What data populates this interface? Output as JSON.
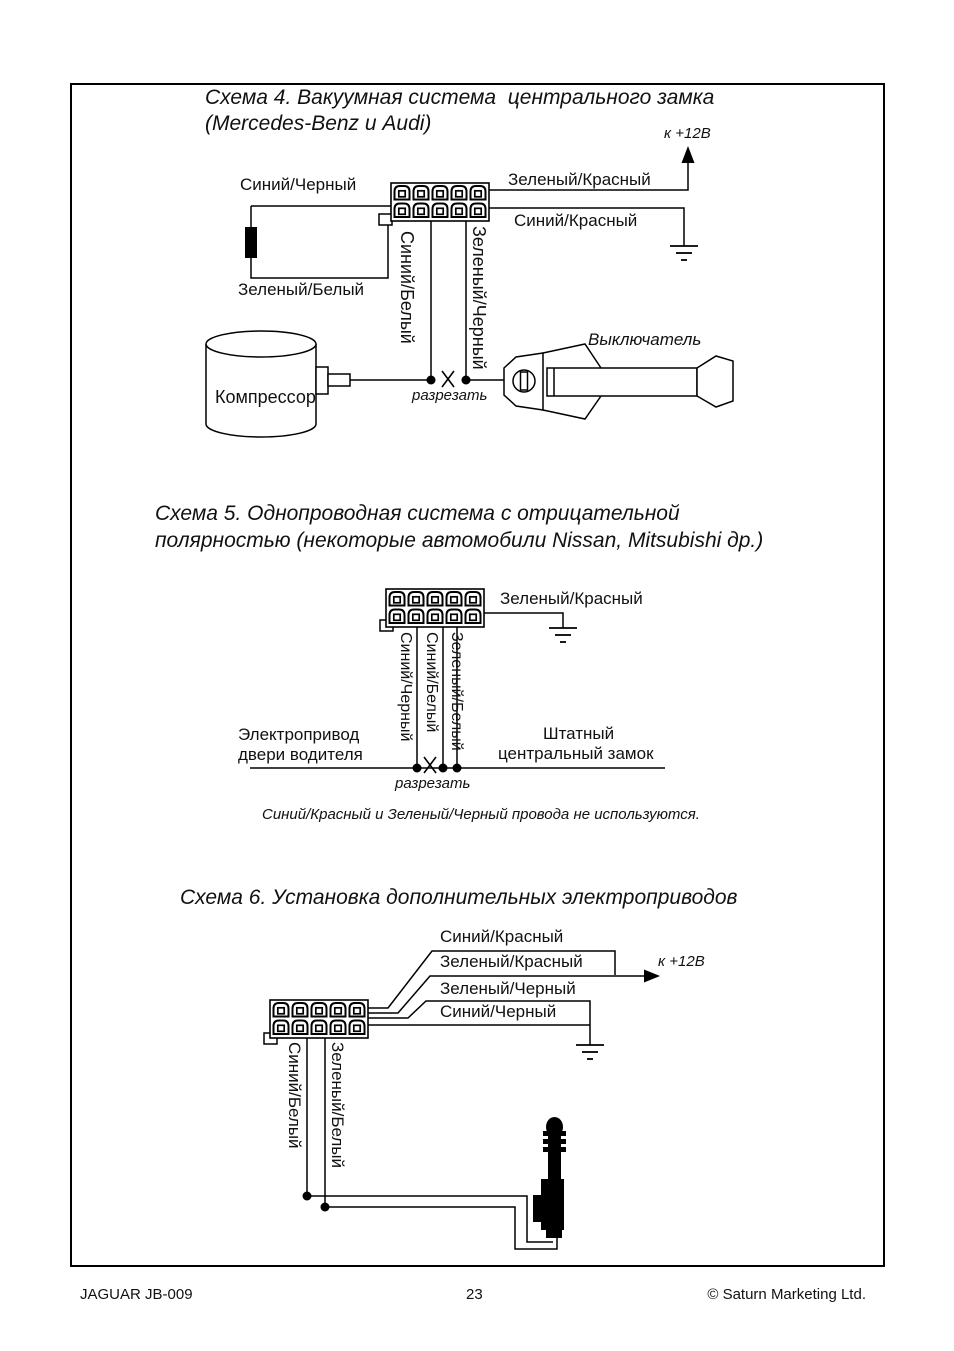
{
  "scheme4": {
    "title_line1": "Схема 4. Вакуумная система  центрального замка",
    "title_line2": "(Mercedes-Benz и Audi)",
    "power_label": "к +12В",
    "wire_blue_black": "Синий/Черный",
    "wire_green_red": "Зеленый/Красный",
    "wire_blue_red": "Синий/Красный",
    "wire_green_white": "Зеленый/Белый",
    "wire_blue_white": "Синий/Белый",
    "wire_green_black": "Зеленый/Черный",
    "cut_label": "разрезать",
    "compressor_label": "Компрессор",
    "switch_label": "Выключатель"
  },
  "scheme5": {
    "title_line1": "Схема 5. Однопроводная система с отрицательной",
    "title_line2": "полярностью (некоторые автомобили Nissan, Mitsubishi др.)",
    "wire_green_red": "Зеленый/Красный",
    "wire_blue_black": "Синий/Черный",
    "wire_blue_white": "Синий/Белый",
    "wire_green_white": "Зеленый/Белый",
    "driver_door_line1": "Электропривод",
    "driver_door_line2": "двери водителя",
    "central_lock_line1": "Штатный",
    "central_lock_line2": "центральный замок",
    "cut_label": "разрезать",
    "note": "Синий/Красный и Зеленый/Черный провода не используются."
  },
  "scheme6": {
    "title": "Схема 6. Установка дополнительных электроприводов",
    "wire_blue_red": "Синий/Красный",
    "wire_green_red": "Зеленый/Красный",
    "power_label": "к +12В",
    "wire_green_black": "Зеленый/Черный",
    "wire_blue_black": "Синий/Черный",
    "wire_blue_white": "Синий/Белый",
    "wire_green_white": "Зеленый/Белый"
  },
  "footer": {
    "model": "JAGUAR JB-009",
    "page_number": "23",
    "copyright": "© Saturn Marketing Ltd."
  }
}
